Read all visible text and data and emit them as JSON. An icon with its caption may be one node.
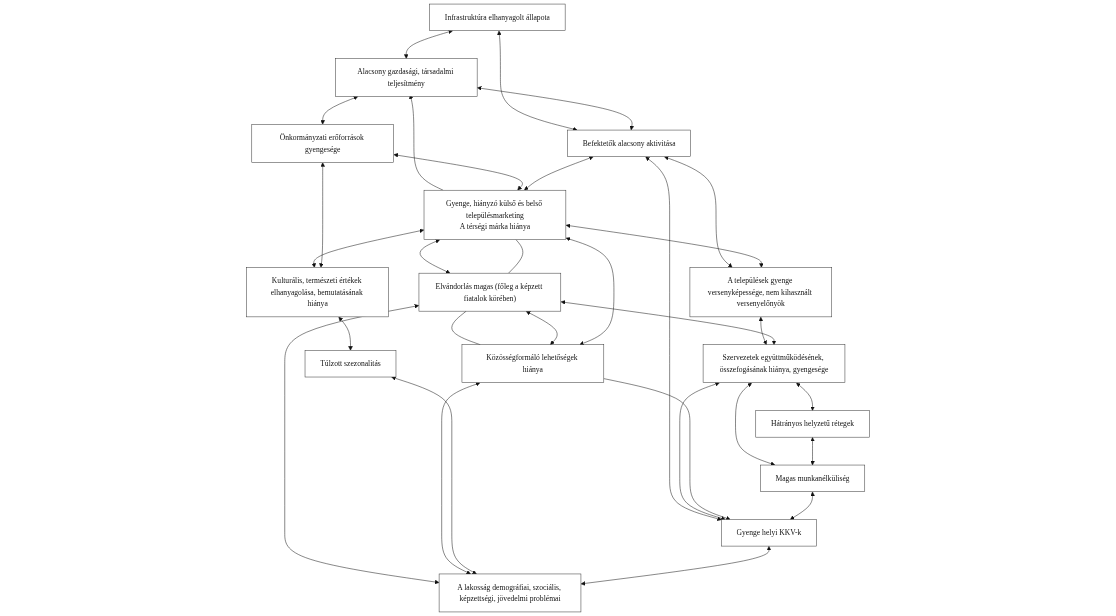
{
  "diagram": {
    "nodes": [
      {
        "text": [
          "Infrastruktúra elhanyagolt állapota"
        ]
      },
      {
        "text": [
          "Alacsony gazdasági, társadalmi teljesítmény"
        ]
      },
      {
        "text": [
          "Önkormányzati erőforrások gyengesége"
        ]
      },
      {
        "text": [
          "Befektetők alacsony aktivitása"
        ]
      },
      {
        "text": [
          "Gyenge, hiányzó külső és belső településmarketing",
          "A térségi márka hiánya"
        ]
      },
      {
        "text": [
          "A települések gyenge versenyképessége, nem kihasznált versenyelőnyök"
        ]
      },
      {
        "text": [
          "Kulturális, természeti értékek elhanyagolása, bemutatásának hiánya"
        ]
      },
      {
        "text": [
          "Elvándorlás magas (főleg a képzett fiatalok körében)"
        ]
      },
      {
        "text": [
          "Szervezetek együttműködésének, összefogásának hiánya, gyengesége"
        ]
      },
      {
        "text": [
          "Túlzott szezonalitás"
        ]
      },
      {
        "text": [
          "Közösségformáló lehetőségek hiánya"
        ]
      },
      {
        "text": [
          "Hátrányos helyzetű rétegek"
        ]
      },
      {
        "text": [
          "Magas munkanélküliség"
        ]
      },
      {
        "text": [
          "A lakosság demográfiai, szociális, képzettségi, jövedelmi problémai"
        ]
      },
      {
        "text": [
          "Gyenge helyi KKV-k"
        ]
      }
    ],
    "edges": [
      {
        "from": 0,
        "to": 1,
        "arrow": "both"
      },
      {
        "from": 0,
        "to": 3,
        "arrow": "both"
      },
      {
        "from": 1,
        "to": 3,
        "arrow": "both"
      },
      {
        "from": 1,
        "to": 2,
        "arrow": "both"
      },
      {
        "from": 4,
        "to": 1,
        "arrow": "to"
      },
      {
        "from": 2,
        "to": 4,
        "arrow": "both"
      },
      {
        "from": 3,
        "to": 4,
        "arrow": "both"
      },
      {
        "from": 3,
        "to": 5,
        "arrow": "both"
      },
      {
        "from": 4,
        "to": 5,
        "arrow": "both"
      },
      {
        "from": 4,
        "to": 6,
        "arrow": "both"
      },
      {
        "from": 2,
        "to": 6,
        "arrow": "both"
      },
      {
        "from": 4,
        "to": 7,
        "arrow": "both"
      },
      {
        "from": 4,
        "to": 7,
        "arrow": "none"
      },
      {
        "from": 7,
        "to": 10,
        "arrow": "none"
      },
      {
        "from": 5,
        "to": 8,
        "arrow": "both"
      },
      {
        "from": 7,
        "to": 8,
        "arrow": "both"
      },
      {
        "from": 7,
        "to": 10,
        "arrow": "both"
      },
      {
        "from": 4,
        "to": 10,
        "arrow": "both"
      },
      {
        "from": 7,
        "to": 13,
        "arrow": "both"
      },
      {
        "from": 6,
        "to": 9,
        "arrow": "both"
      },
      {
        "from": 3,
        "to": 14,
        "arrow": "both"
      },
      {
        "from": 8,
        "to": 14,
        "arrow": "both"
      },
      {
        "from": 10,
        "to": 14,
        "arrow": "to"
      },
      {
        "from": 10,
        "to": 13,
        "arrow": "both"
      },
      {
        "from": 9,
        "to": 13,
        "arrow": "both"
      },
      {
        "from": 8,
        "to": 11,
        "arrow": "both"
      },
      {
        "from": 8,
        "to": 12,
        "arrow": "both"
      },
      {
        "from": 11,
        "to": 12,
        "arrow": "both"
      },
      {
        "from": 12,
        "to": 14,
        "arrow": "both"
      },
      {
        "from": 14,
        "to": 13,
        "arrow": "both"
      }
    ]
  }
}
